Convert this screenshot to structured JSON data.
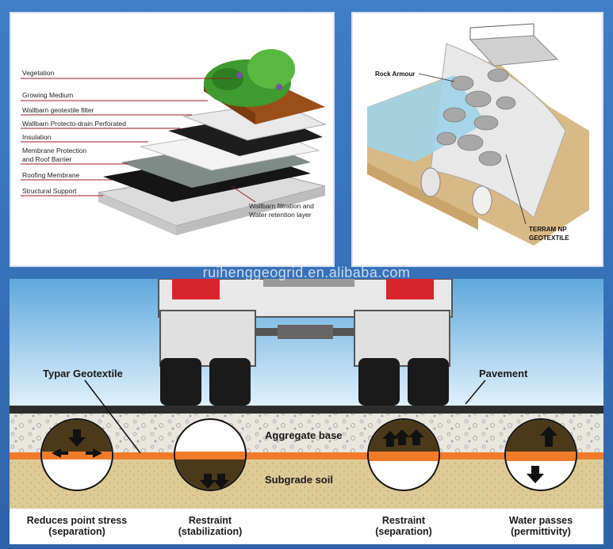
{
  "roof_panel": {
    "labels": {
      "vegetation": "Vegetation",
      "growing_medium": "Growing Medium",
      "geotextile_filter": "Wallbarn geotextile filter",
      "protecto_drain": "Wallbarn Protecto-drain Perforated",
      "insulation": "Insulation",
      "membrane_protection_1": "Membrane Protection",
      "membrane_protection_2": "and Roof Barrier",
      "roofing_membrane": "Roofing Membrane",
      "structural_support": "Structural Support",
      "filtration_1": "Wallbarn filtration and",
      "filtration_2": "Water retention layer"
    }
  },
  "rock_panel": {
    "labels": {
      "rock_armour": "Rock Armour",
      "terram_1": "TERRAM NP",
      "terram_2": "GEOTEXTILE"
    }
  },
  "watermark": "ruihenggeogrid.en.alibaba.com",
  "road_panel": {
    "labels": {
      "typar": "Typar Geotextile",
      "pavement": "Pavement",
      "aggregate": "Aggregate base",
      "subgrade": "Subgrade soil"
    },
    "captions": [
      {
        "line1": "Reduces point stress",
        "line2": "(separation)"
      },
      {
        "line1": "Restraint",
        "line2": "(stabilization)"
      },
      {
        "line1": "Restraint",
        "line2": "(separation)"
      },
      {
        "line1": "Water passes",
        "line2": "(permittivity)"
      }
    ]
  },
  "colors": {
    "frame_blue": "#3f7fc6",
    "geotextile_orange": "#f07c2a",
    "sky_blue": "#8ec3e6",
    "aggregate": "#e6e2d8",
    "subgrade": "#dccb97",
    "leader_red": "#9b1b20"
  }
}
